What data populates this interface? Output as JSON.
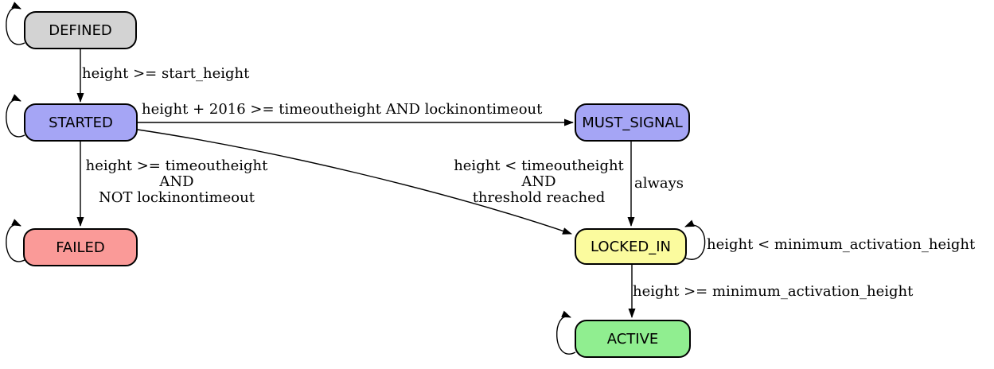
{
  "diagram": {
    "background": "#ffffff",
    "line_color": "#000000",
    "text_color": "#000000",
    "nodes": {
      "defined": {
        "label": "DEFINED",
        "fill": "#d3d3d3"
      },
      "started": {
        "label": "STARTED",
        "fill": "#a5a5f5"
      },
      "must_signal": {
        "label": "MUST_SIGNAL",
        "fill": "#a5a5f5"
      },
      "failed": {
        "label": "FAILED",
        "fill": "#fa9a98"
      },
      "locked_in": {
        "label": "LOCKED_IN",
        "fill": "#fbfb9e"
      },
      "active": {
        "label": "ACTIVE",
        "fill": "#90ee90"
      }
    },
    "edges": {
      "defined_to_started": {
        "label": "height >= start_height"
      },
      "started_to_must_signal": {
        "label": "height + 2016 >= timeoutheight AND lockinontimeout"
      },
      "started_to_failed": {
        "line1": "height >= timeoutheight",
        "line2": "AND",
        "line3": "NOT lockinontimeout"
      },
      "started_to_locked_in": {
        "line1": "height < timeoutheight",
        "line2": "AND",
        "line3": "threshold reached"
      },
      "must_signal_to_locked_in": {
        "label": "always"
      },
      "locked_in_self_loop": {
        "label": "height < minimum_activation_height"
      },
      "locked_in_to_active": {
        "label": "height >= minimum_activation_height"
      }
    }
  }
}
